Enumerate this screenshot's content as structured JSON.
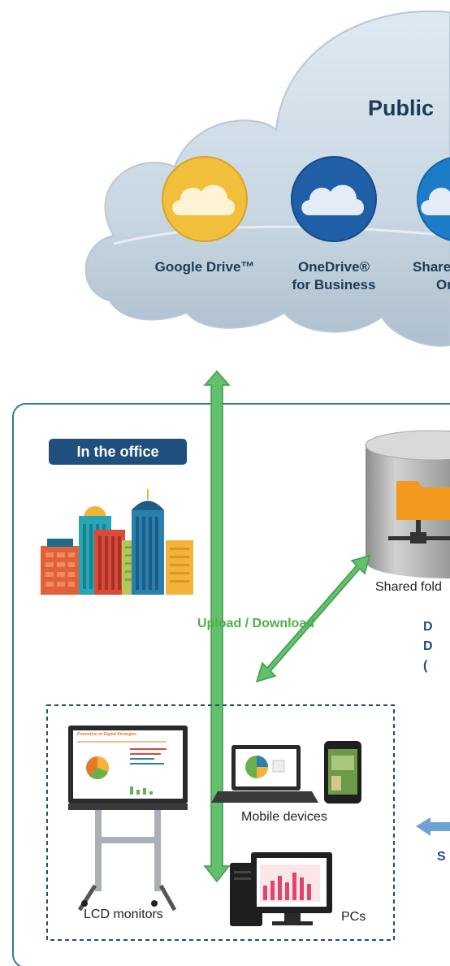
{
  "cloud": {
    "title": "Public",
    "services": [
      {
        "line1": "Google Drive™",
        "line2": ""
      },
      {
        "line1": "OneDrive®",
        "line2": "for Business"
      },
      {
        "line1": "Share",
        "line2": "On"
      }
    ]
  },
  "office": {
    "badge": "In the office",
    "shared_folder_label": "Shared fold",
    "upload_download": "Upload / Download",
    "right_text": [
      "D",
      "D",
      "("
    ],
    "right_bottom_text": "S"
  },
  "devices": {
    "mobile": "Mobile devices",
    "lcd": "LCD monitors",
    "pcs": "PCs",
    "screen_title": "Promotion of Digital Strategies"
  },
  "colors": {
    "cloud": "#c9d8e4",
    "google": "#f2bf3a",
    "onedrive": "#1f5fa8",
    "sharepoint": "#1c7cc7",
    "office_border": "#2e7f8e",
    "badge": "#1f4f7d",
    "green_arrow": "#63c16d",
    "blue_arrow": "#6fa2d4"
  }
}
